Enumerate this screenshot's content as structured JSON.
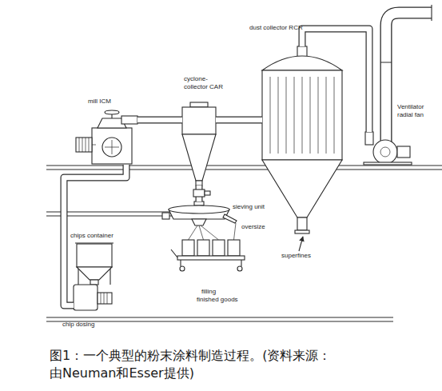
{
  "diagram": {
    "caption": "图1：一个典型的粉末涂料制造过程。(资料来源： 由Neuman和Esser提供)",
    "nodes": [
      {
        "text": [
          "dust collector RCR"
        ]
      },
      {
        "text": [
          "cyclone- collector CAR"
        ]
      },
      {
        "text": [
          "mill ICM"
        ]
      },
      {
        "text": [
          "Ventilator radial fan"
        ]
      },
      {
        "text": [
          "sieving unit"
        ]
      },
      {
        "text": [
          "chips container"
        ]
      }
    ],
    "edges": [
      {
        "from": 5,
        "to": 2,
        "arrow": "none"
      },
      {
        "from": 2,
        "to": 1,
        "arrow": "none"
      },
      {
        "from": 1,
        "to": 4,
        "arrow": "none"
      },
      {
        "from": 1,
        "to": 0,
        "arrow": "none"
      },
      {
        "from": 0,
        "to": 3,
        "arrow": "none"
      }
    ],
    "labels": [
      "oversize",
      "superfines",
      "filling finished goods",
      "chip dosing"
    ]
  }
}
